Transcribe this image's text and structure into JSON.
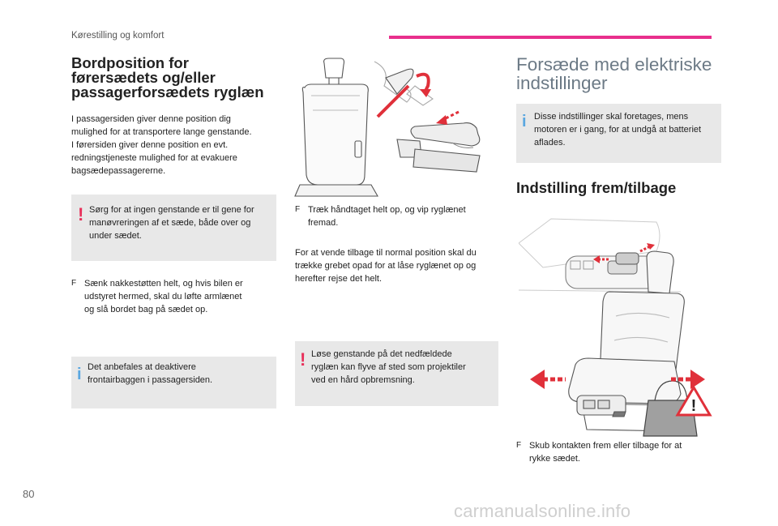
{
  "header": {
    "section": "Kørestilling og komfort"
  },
  "left": {
    "title_lines": [
      "Bordposition for",
      "førersædets og/eller",
      "passagerforsædets ryglæn"
    ],
    "intro_lines": [
      "I passagersiden giver denne position dig",
      "mulighed for at transportere lange genstande.",
      "I førersiden giver denne position en evt.",
      "redningstjeneste mulighed for at evakuere",
      "bagsædepassagererne."
    ],
    "warning_lines": [
      "Sørg for at ingen genstande er til gene for",
      "manøvreringen af et sæde, både over og",
      "under sædet."
    ],
    "step_arrow": "F",
    "step_lines": [
      "Sænk nakkestøtten helt, og hvis bilen er",
      "udstyret hermed, skal du løfte armlænet",
      "og slå bordet bag på sædet op."
    ],
    "info_lines": [
      "Det anbefales at deaktivere",
      "frontairbaggen i passagersiden."
    ]
  },
  "middle": {
    "step_arrow": "F",
    "step_lines": [
      "Træk håndtaget helt op, og vip ryglænet",
      "fremad."
    ],
    "para_lines": [
      "For at vende tilbage til normal position skal du",
      "trække grebet opad for at låse ryglænet op og",
      "herefter rejse det helt."
    ],
    "warning_lines": [
      "Løse genstande på det nedfældede",
      "ryglæn kan flyve af sted som projektiler",
      "ved en hård opbremsning."
    ]
  },
  "right": {
    "title_lines": [
      "Forsæde med elektriske",
      "indstillinger"
    ],
    "info_lines": [
      "Disse indstillinger skal foretages, mens",
      "motoren er i gang, for at undgå at batteriet",
      "aflades."
    ],
    "subtitle": "Indstilling frem/tilbage",
    "step_arrow": "F",
    "step_lines": [
      "Skub kontakten frem eller tilbage for at",
      "rykke sædet."
    ]
  },
  "icons": {
    "warning": "!",
    "info": "i",
    "warning_triangle_glyph": "!"
  },
  "colors": {
    "accent": "#e8308c",
    "warning": "#e8305a",
    "info": "#5aa7e0",
    "arrow_red": "#e0303a"
  },
  "footer": {
    "page_number": "80",
    "watermark": "carmanualsonline.info"
  }
}
